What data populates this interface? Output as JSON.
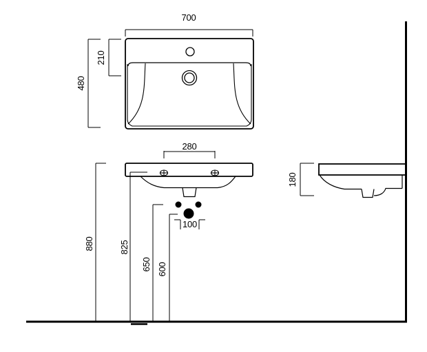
{
  "drawing": {
    "type": "washbasin installation technical drawing",
    "line_color": "#000000",
    "background_color": "#ffffff"
  },
  "dims": {
    "top_width": "700",
    "top_depth": "480",
    "tap_drain_offset": "210",
    "fixing_spacing": "280",
    "rim_height": "880",
    "underside_height": "825",
    "supply_height": "650",
    "drain_height": "600",
    "supply_spacing": "100",
    "side_depth": "180"
  }
}
